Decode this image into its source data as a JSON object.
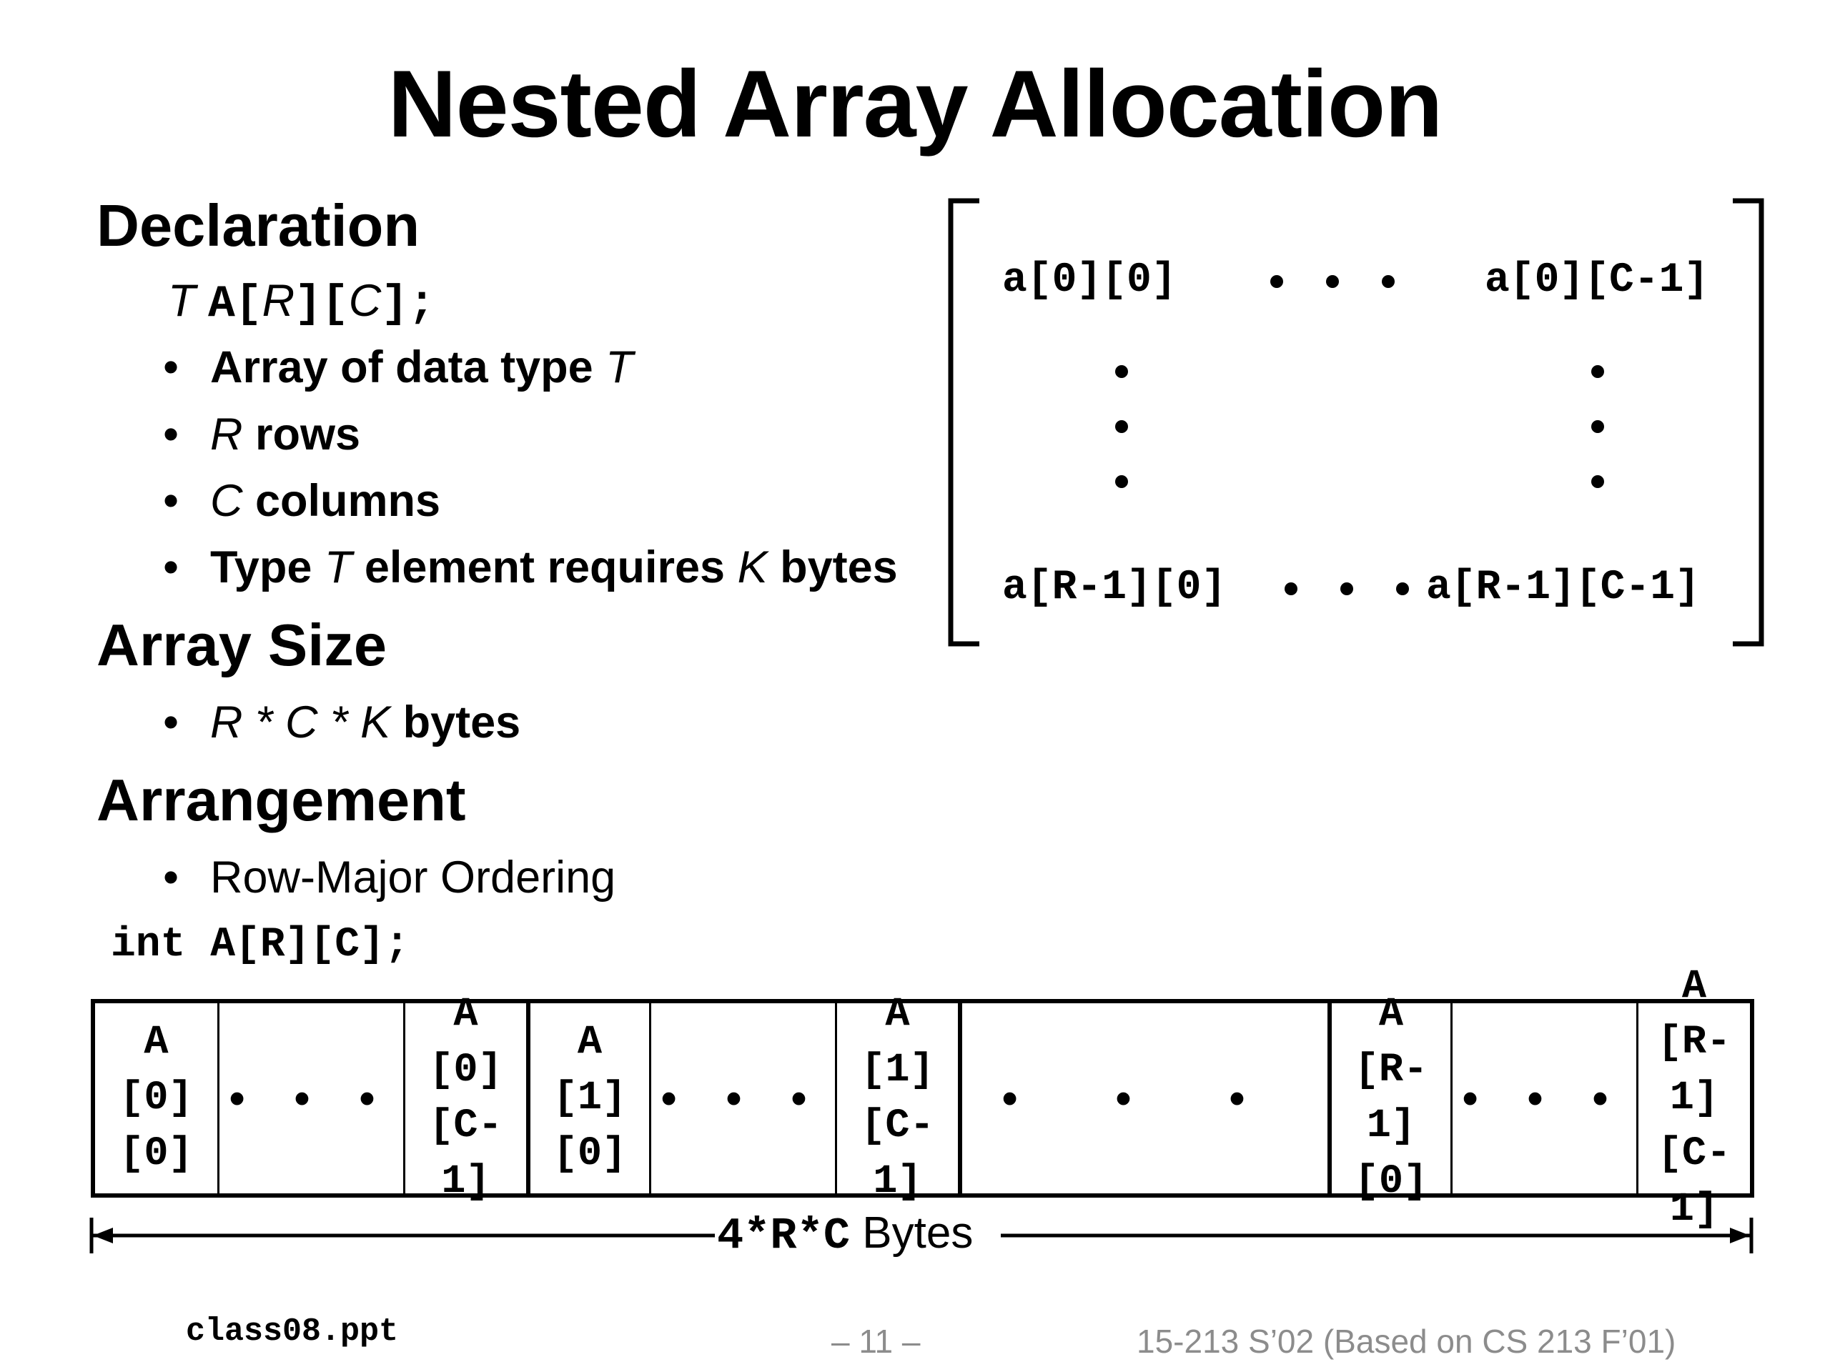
{
  "title": "Nested Array Allocation",
  "declaration": {
    "heading": "Declaration",
    "code": {
      "t": "T",
      "arr": "A[",
      "r": "R",
      "mid": "][",
      "c": "C",
      "end": "];"
    },
    "bullets": {
      "b1": {
        "text": "Array of data type ",
        "var": "T"
      },
      "b2": {
        "var": "R",
        "text": " rows"
      },
      "b3": {
        "var": "C",
        "text": " columns"
      },
      "b4": {
        "pre": "Type ",
        "var1": "T",
        "mid": " element requires ",
        "var2": "K",
        "post": " bytes"
      }
    }
  },
  "array_size": {
    "heading": "Array Size",
    "formula": {
      "r": "R",
      "star1": " * ",
      "c": "C",
      "star2": " * ",
      "k": "K",
      "post": " bytes"
    }
  },
  "arrangement": {
    "heading": "Arrangement",
    "bullet": "Row-Major Ordering",
    "code": "int A[R][C];"
  },
  "matrix": {
    "top_left": "a[0][0]",
    "top_right": "a[0][C-1]",
    "bottom_left": "a[R-1][0]",
    "bottom_right": "a[R-1][C-1]"
  },
  "memory": {
    "cells": [
      {
        "l1": "A",
        "l2": "[0]",
        "l3": "[0]"
      },
      {
        "dots": "• • •"
      },
      {
        "l1": "A",
        "l2": "[0]",
        "l3": "[C-1]"
      },
      {
        "l1": "A",
        "l2": "[1]",
        "l3": "[0]"
      },
      {
        "dots": "• • •"
      },
      {
        "l1": "A",
        "l2": "[1]",
        "l3": "[C-1]"
      },
      {
        "dots": "• • •"
      },
      {
        "l1": "A",
        "l2": "[R-1]",
        "l3": "[0]"
      },
      {
        "dots": "• • •"
      },
      {
        "l1": "A",
        "l2": "[R-1]",
        "l3": "[C-1]"
      }
    ],
    "size_code": "4*R*C",
    "size_text": "Bytes"
  },
  "footer": {
    "left": "class08.ppt",
    "center": "– 11 –",
    "right": "15-213 S’02 (Based on CS 213 F’01)"
  }
}
